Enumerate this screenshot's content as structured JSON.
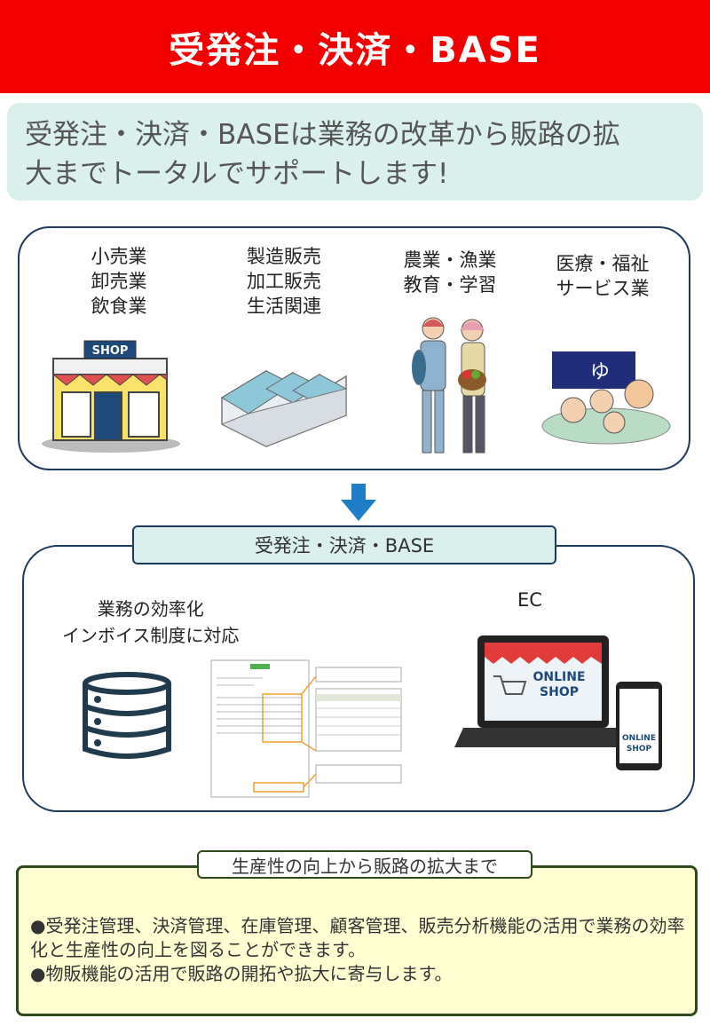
{
  "header": {
    "title": "受発注・決済・BASE"
  },
  "intro": {
    "lines": [
      "受発注・決済・BASEは業務の改革から販路の拡",
      "大までトータルでサポートします!"
    ]
  },
  "industries": [
    {
      "lines": [
        "小売業",
        "卸売業",
        "飲食業"
      ]
    },
    {
      "lines": [
        "製造販売",
        "加工販売",
        "生活関連"
      ]
    },
    {
      "lines": [
        "農業・漁業",
        "教育・学習"
      ]
    },
    {
      "lines": [
        "医療・福祉",
        "サービス業"
      ]
    }
  ],
  "shop_sign": "SHOP",
  "solution": {
    "tag": "受発注・決済・BASE",
    "efficiency_lines": [
      "業務の効率化",
      "インボイス制度に対応"
    ],
    "ec_label": "EC",
    "online_shop": [
      "ONLINE",
      "SHOP"
    ]
  },
  "summary": {
    "tag": "生産性の向上から販路の拡大まで",
    "bullets": [
      "●受発注管理、決済管理、在庫管理、顧客管理、販売分析機能の活用で業務の効率化と生産性の向上を図ることができます。",
      "●物販機能の活用で販路の開拓や拡大に寄与します。"
    ]
  },
  "colors": {
    "header_red": "#f20000",
    "mint": "#d9f0ec",
    "navy_border": "#1b3a5c",
    "arrow_blue": "#1e7ec8",
    "yellow_bg": "#ffffd2",
    "olive_border": "#2f4a1a"
  }
}
